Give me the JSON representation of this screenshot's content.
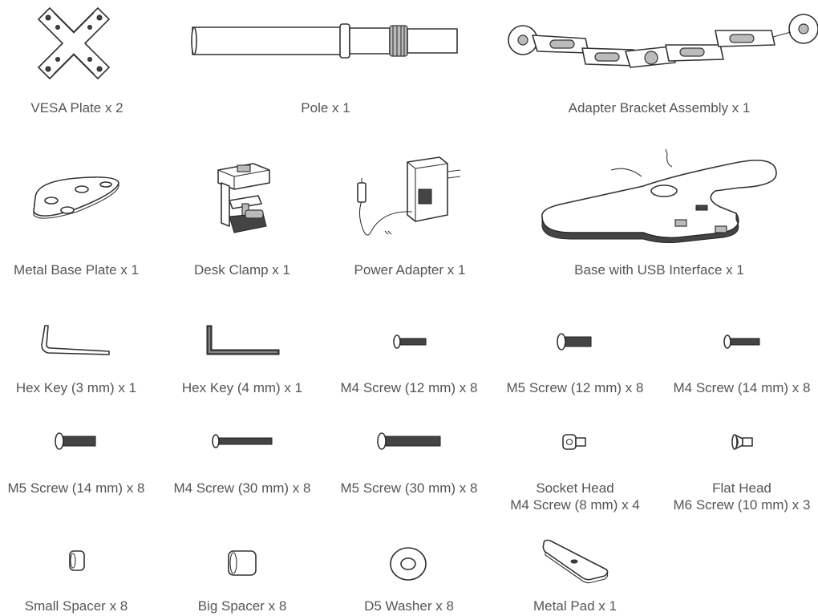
{
  "parts": [
    {
      "id": "vesa-plate",
      "label": "VESA Plate x 2"
    },
    {
      "id": "pole",
      "label": "Pole x 1"
    },
    {
      "id": "adapter-bracket",
      "label": "Adapter Bracket Assembly x 1"
    },
    {
      "id": "metal-base-plate",
      "label": "Metal Base Plate x 1"
    },
    {
      "id": "desk-clamp",
      "label": "Desk Clamp x 1"
    },
    {
      "id": "power-adapter",
      "label": "Power Adapter x 1"
    },
    {
      "id": "base-usb",
      "label": "Base with USB Interface x 1"
    },
    {
      "id": "hex-key-3",
      "label": "Hex Key (3 mm) x 1"
    },
    {
      "id": "hex-key-4",
      "label": "Hex Key (4 mm) x 1"
    },
    {
      "id": "m4-screw-12",
      "label": "M4 Screw (12 mm) x 8"
    },
    {
      "id": "m5-screw-12",
      "label": "M5 Screw (12 mm) x 8"
    },
    {
      "id": "m4-screw-14",
      "label": "M4 Screw (14 mm) x 8"
    },
    {
      "id": "m5-screw-14",
      "label": "M5 Screw (14 mm) x 8"
    },
    {
      "id": "m4-screw-30",
      "label": "M4 Screw (30 mm) x 8"
    },
    {
      "id": "m5-screw-30",
      "label": "M5 Screw (30 mm) x 8"
    },
    {
      "id": "socket-head-m4",
      "label_line1": "Socket Head",
      "label_line2": "M4 Screw (8 mm) x 4"
    },
    {
      "id": "flat-head-m6",
      "label_line1": "Flat Head",
      "label_line2": "M6 Screw (10 mm) x 3"
    },
    {
      "id": "small-spacer",
      "label": "Small Spacer x 8"
    },
    {
      "id": "big-spacer",
      "label": "Big Spacer x 8"
    },
    {
      "id": "d5-washer",
      "label": "D5 Washer x 8"
    },
    {
      "id": "metal-pad",
      "label": "Metal Pad x 1"
    }
  ]
}
